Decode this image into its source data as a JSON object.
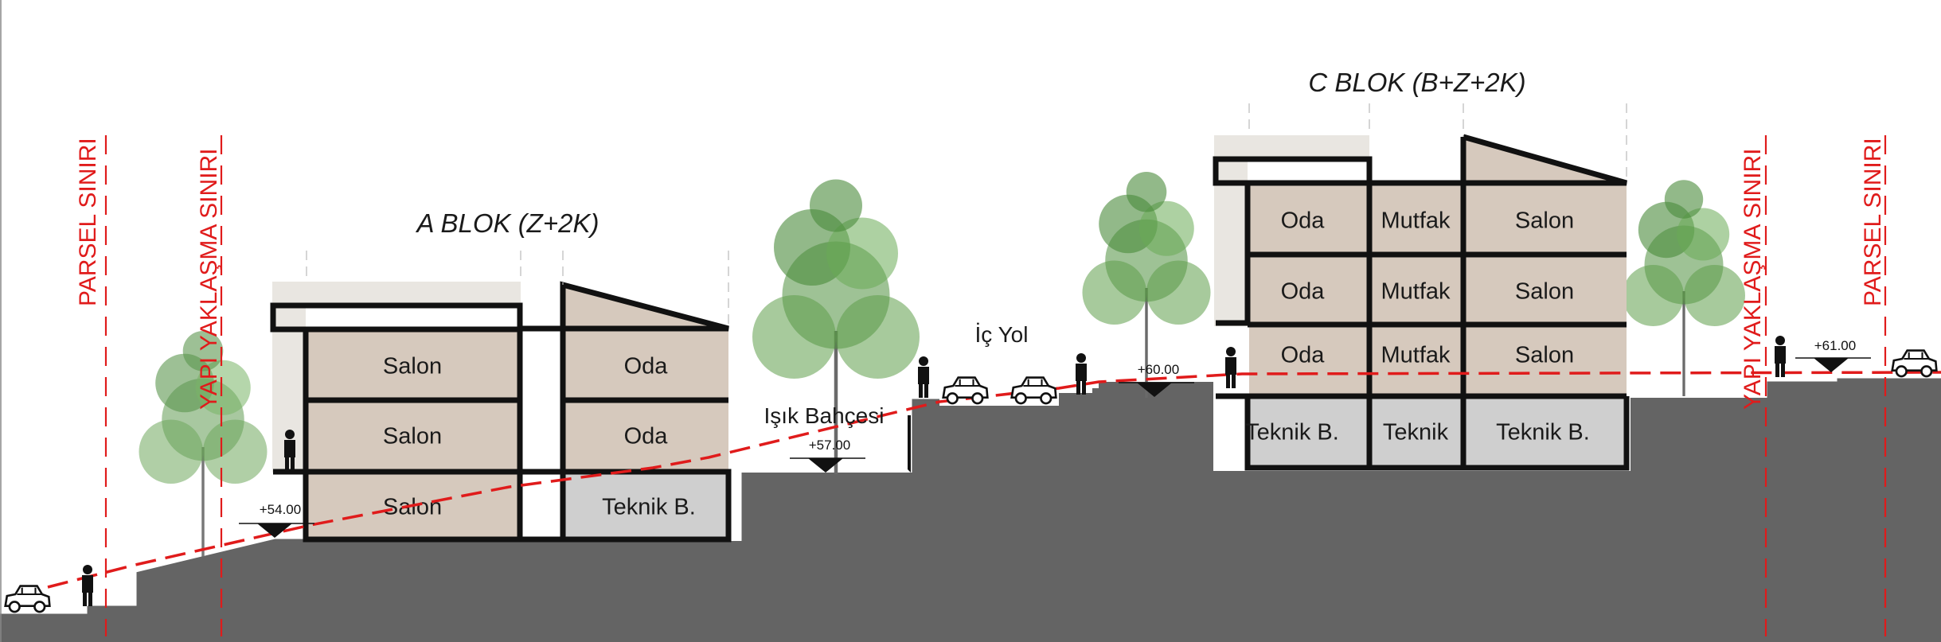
{
  "blocks": {
    "a": {
      "title": "A BLOK (Z+2K)",
      "rooms": [
        "Salon",
        "Salon",
        "Salon",
        "Oda",
        "Oda",
        "Teknik B."
      ]
    },
    "c": {
      "title": "C BLOK (B+Z+2K)",
      "rooms": [
        "Oda",
        "Oda",
        "Oda",
        "Mutfak",
        "Mutfak",
        "Mutfak",
        "Salon",
        "Salon",
        "Salon",
        "Teknik B.",
        "Teknik",
        "Teknik B."
      ]
    }
  },
  "boundaries": {
    "parcel": "PARSEL SINIRI",
    "setback": "YAPI YAKLAŞMA SINIRI"
  },
  "labels": {
    "light_garden": "Işık Bahçesi",
    "internal_road": "İç Yol"
  },
  "elevations": [
    "+54.00",
    "+57.00",
    "+60.00",
    "+61.00"
  ],
  "colors": {
    "ground": "#646464",
    "room_fill": "#d6c9bd",
    "technical_fill": "#cfcfcf",
    "boundary_red": "#e01b1b",
    "tree_green": "#4f8f3e"
  }
}
